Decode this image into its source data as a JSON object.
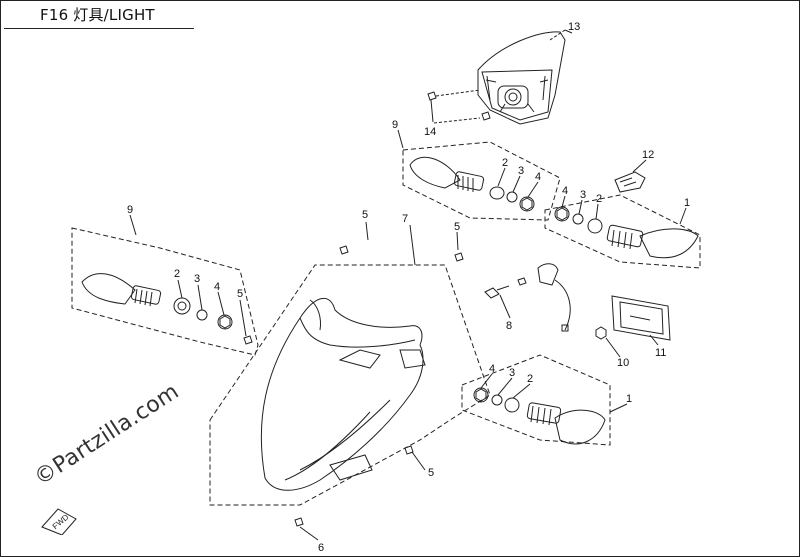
{
  "title": "F16 灯具/LIGHT",
  "watermark": "©Partzilla.com",
  "fwd_label": "FWD",
  "callouts": {
    "c1a": "1",
    "c1b": "1",
    "c2a": "2",
    "c2b": "2",
    "c2c": "2",
    "c2d": "2",
    "c3a": "3",
    "c3b": "3",
    "c3c": "3",
    "c3d": "3",
    "c4a": "4",
    "c4b": "4",
    "c4c": "4",
    "c4d": "4",
    "c5a": "5",
    "c5b": "5",
    "c5c": "5",
    "c5d": "5",
    "c6": "6",
    "c7": "7",
    "c8": "8",
    "c9a": "9",
    "c9b": "9",
    "c10": "10",
    "c11": "11",
    "c12": "12",
    "c13": "13",
    "c14": "14"
  }
}
